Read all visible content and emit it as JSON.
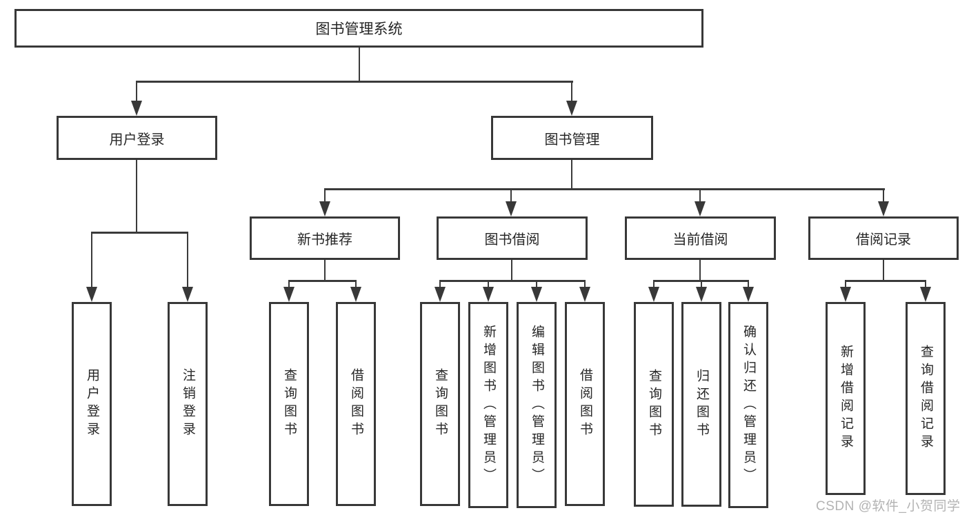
{
  "diagram": {
    "type": "hierarchy-tree",
    "title": "图书管理系统",
    "nodes": {
      "root": "图书管理系统",
      "level2": [
        "用户登录",
        "图书管理"
      ],
      "level3": [
        "新书推荐",
        "图书借阅",
        "当前借阅",
        "借阅记录"
      ],
      "leaves_user_login": [
        "用户登录",
        "注销登录"
      ],
      "leaves_new_rec": [
        "查询图书",
        "借阅图书"
      ],
      "leaves_book_borrow": [
        "查询图书",
        "新增图书（管理员）",
        "编辑图书（管理员）",
        "借阅图书"
      ],
      "leaves_current_borrow": [
        "查询图书",
        "归还图书",
        "确认归还（管理员）"
      ],
      "leaves_borrow_record": [
        "新增借阅记录",
        "查询借阅记录"
      ]
    },
    "edges": [
      "图书管理系统 -> 用户登录",
      "图书管理系统 -> 图书管理",
      "用户登录 -> 用户登录",
      "用户登录 -> 注销登录",
      "图书管理 -> 新书推荐",
      "图书管理 -> 图书借阅",
      "图书管理 -> 当前借阅",
      "图书管理 -> 借阅记录",
      "新书推荐 -> 查询图书",
      "新书推荐 -> 借阅图书",
      "图书借阅 -> 查询图书",
      "图书借阅 -> 新增图书（管理员）",
      "图书借阅 -> 编辑图书（管理员）",
      "图书借阅 -> 借阅图书",
      "当前借阅 -> 查询图书",
      "当前借阅 -> 归还图书",
      "当前借阅 -> 确认归还（管理员）",
      "借阅记录 -> 新增借阅记录",
      "借阅记录 -> 查询借阅记录"
    ]
  },
  "watermark": "CSDN @软件_小贺同学",
  "colors": {
    "line": "#3a3a3a",
    "box_border": "#383838",
    "text": "#262626",
    "watermark_text": "#b3b3b3",
    "background": "#ffffff"
  }
}
